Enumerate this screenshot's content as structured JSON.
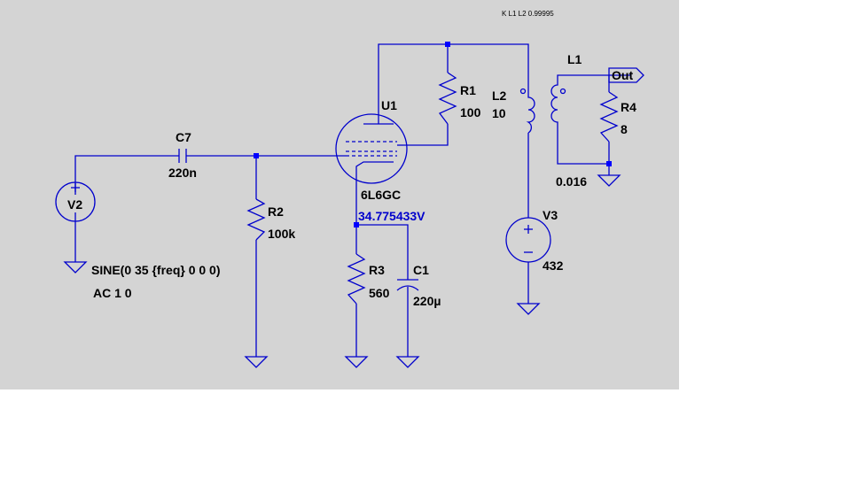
{
  "directive": "K L1 L2 0.99995",
  "net_label": "Out",
  "node_voltage": "34.775433V",
  "components": {
    "C7": {
      "name": "C7",
      "value": "220n"
    },
    "R2": {
      "name": "R2",
      "value": "100k"
    },
    "R1": {
      "name": "R1",
      "value": "100"
    },
    "R3": {
      "name": "R3",
      "value": "560"
    },
    "C1": {
      "name": "C1",
      "value": "220µ"
    },
    "R4": {
      "name": "R4",
      "value": "8"
    },
    "L1": {
      "name": "L1",
      "value": "0.016"
    },
    "L2": {
      "name": "L2",
      "value": "10"
    },
    "V2": {
      "name": "V2",
      "value": "SINE(0 35 {freq} 0 0 0)",
      "ac": "AC 1 0"
    },
    "V3": {
      "name": "V3",
      "value": "432"
    },
    "U1": {
      "name": "U1",
      "value": "6L6GC"
    }
  },
  "colors": {
    "wire": "#0000cc",
    "junction": "#0000ff",
    "background": "#d4d4d4",
    "voltage_text": "#0000cc"
  }
}
